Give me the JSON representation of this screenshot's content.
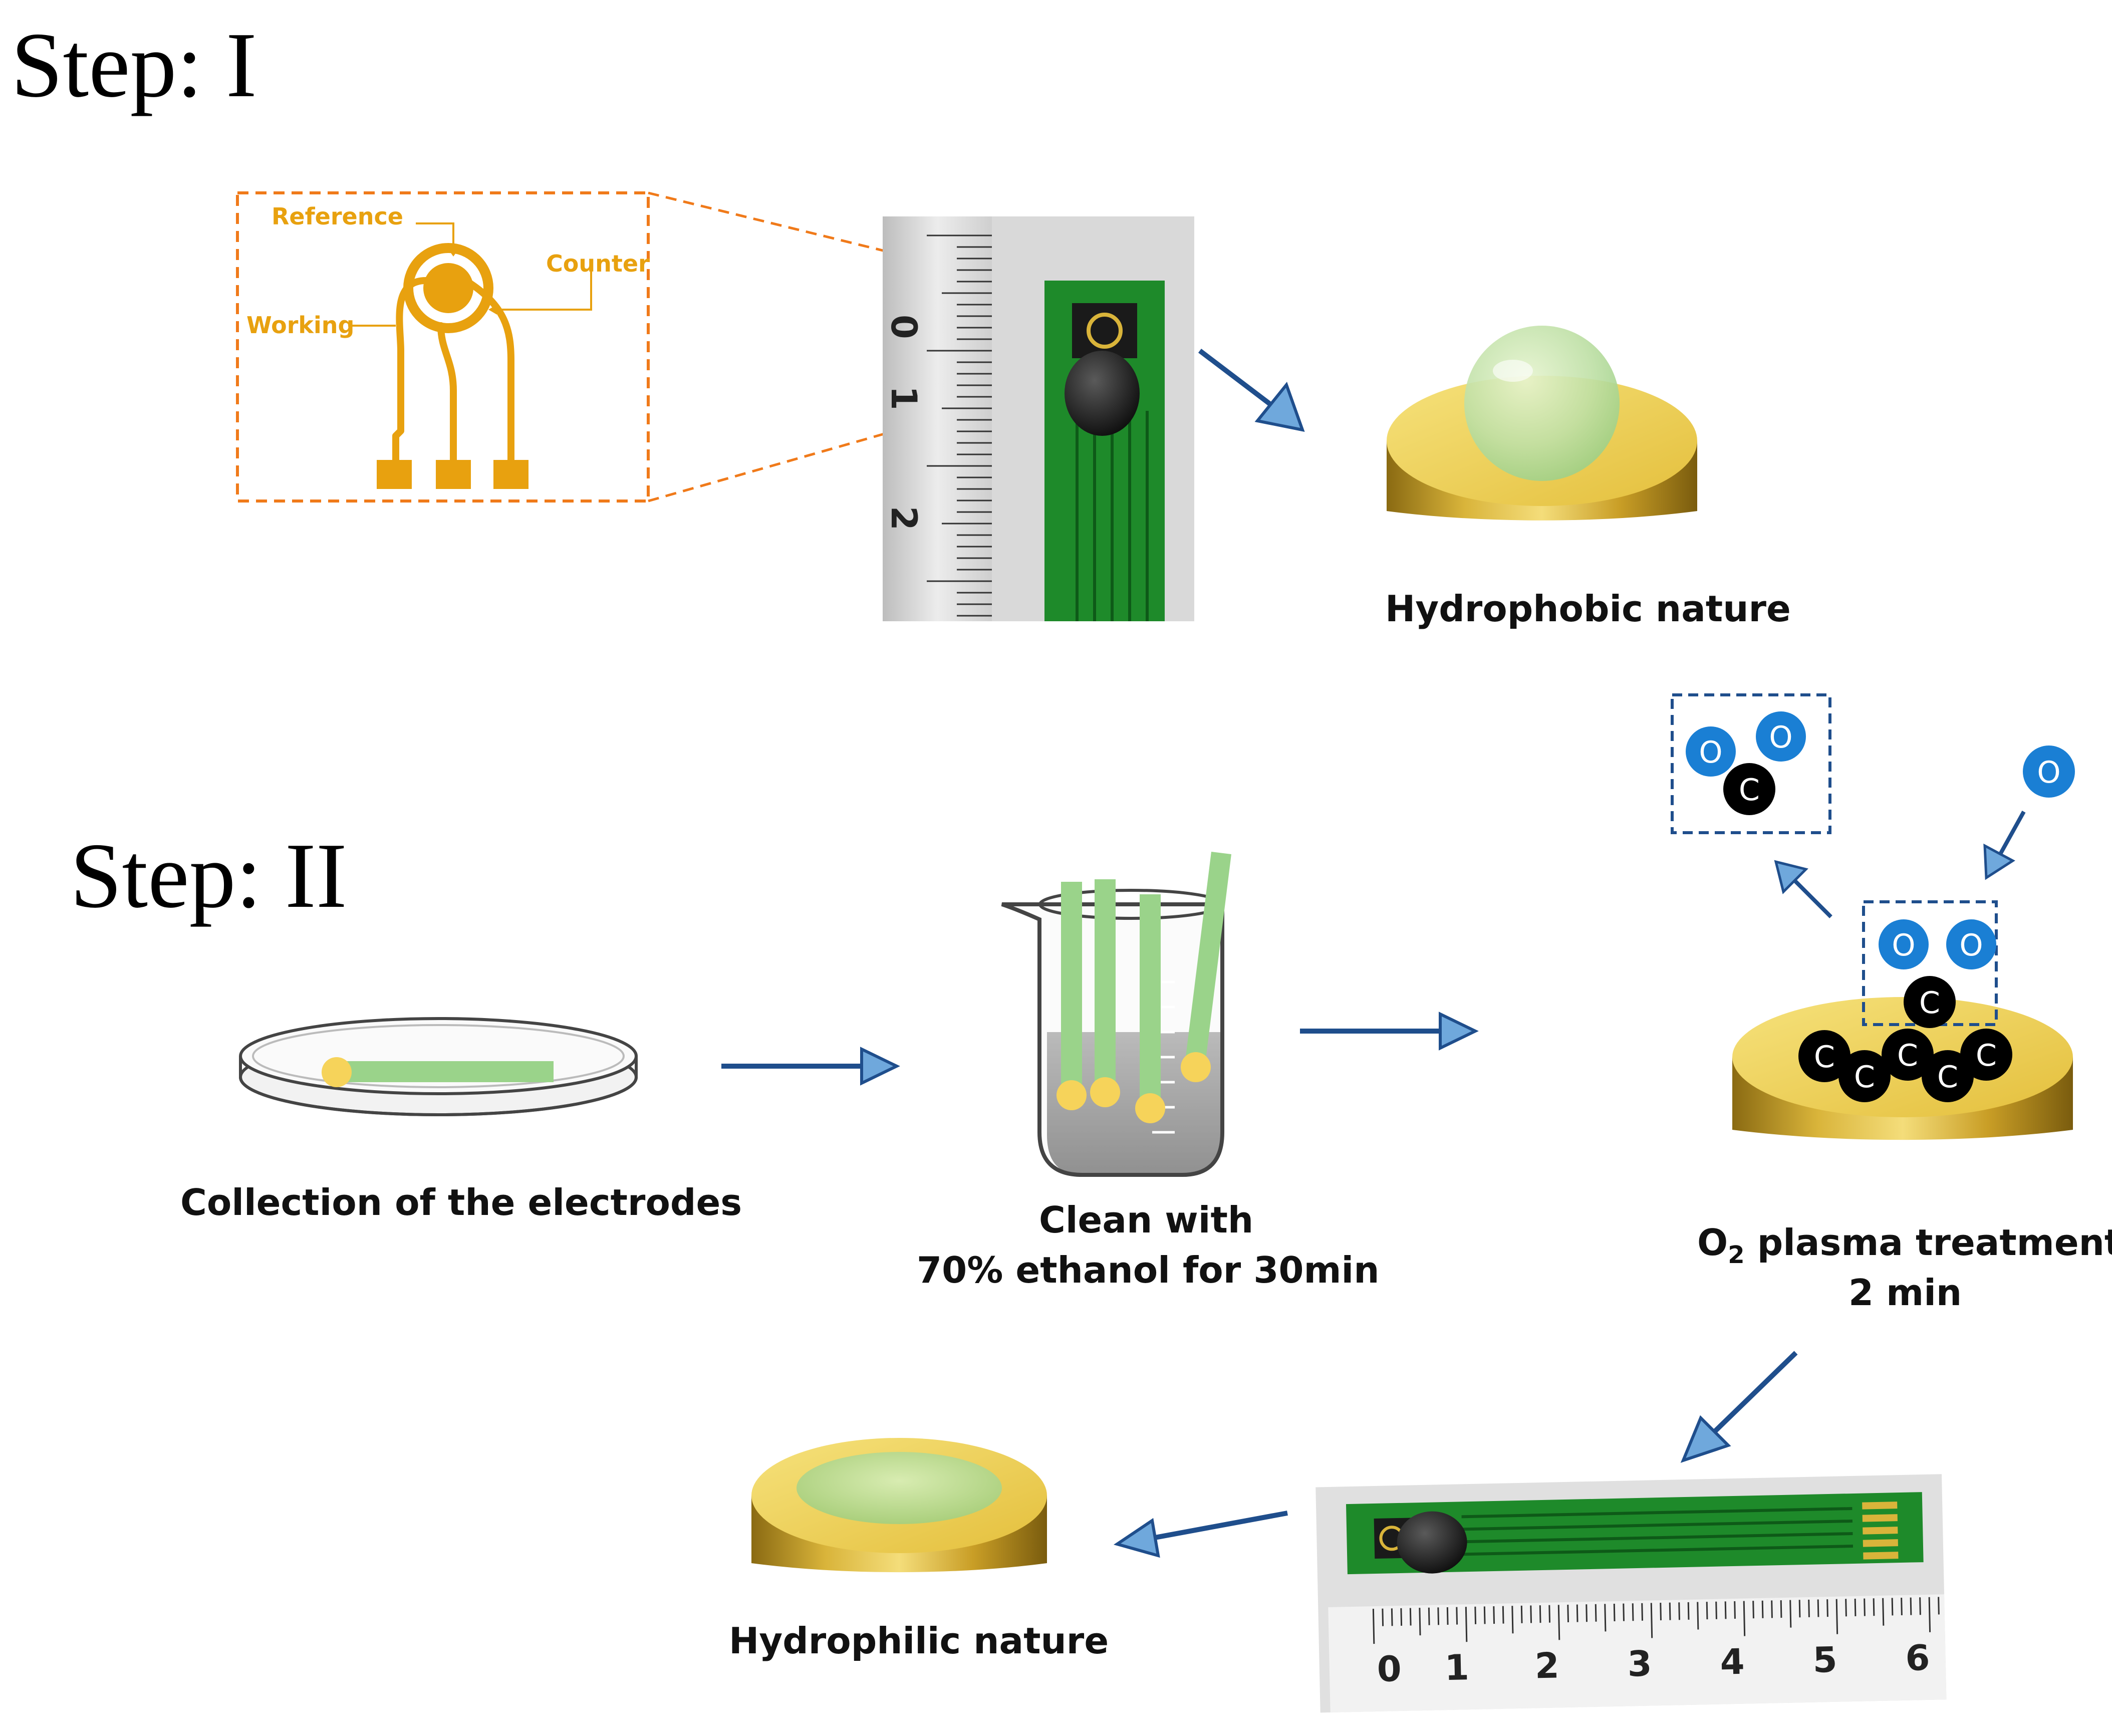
{
  "steps": {
    "step1": "Step: I",
    "step2": "Step: II"
  },
  "schematic": {
    "reference": "Reference",
    "counter": "Counter",
    "working": "Working"
  },
  "labels": {
    "hydrophobic": "Hydrophobic nature",
    "collection": "Collection of the electrodes",
    "clean_line1": "Clean with",
    "clean_line2": "70% ethanol for 30min",
    "plasma_o": "O",
    "plasma_sub": "2",
    "plasma_rest": " plasma treatment",
    "plasma_line2": "2 min",
    "hydrophilic": "Hydrophilic nature"
  },
  "atoms": {
    "oxygen": "O",
    "carbon": "C"
  },
  "ruler_vertical": [
    "0",
    "1",
    "2"
  ],
  "ruler_horizontal": [
    "0",
    "1",
    "2",
    "3",
    "4",
    "5",
    "6"
  ],
  "colors": {
    "arrow": "#1f4e8c",
    "arrow_head": "#6fa8dc",
    "gold": "#e8c64a",
    "electrode_green": "#9ad38a",
    "oxygen": "#1a7fd4",
    "carbon": "#000000",
    "schematic": "#e8a10f",
    "dash_orange": "#f07a1a",
    "dash_blue": "#1f4e8c"
  }
}
